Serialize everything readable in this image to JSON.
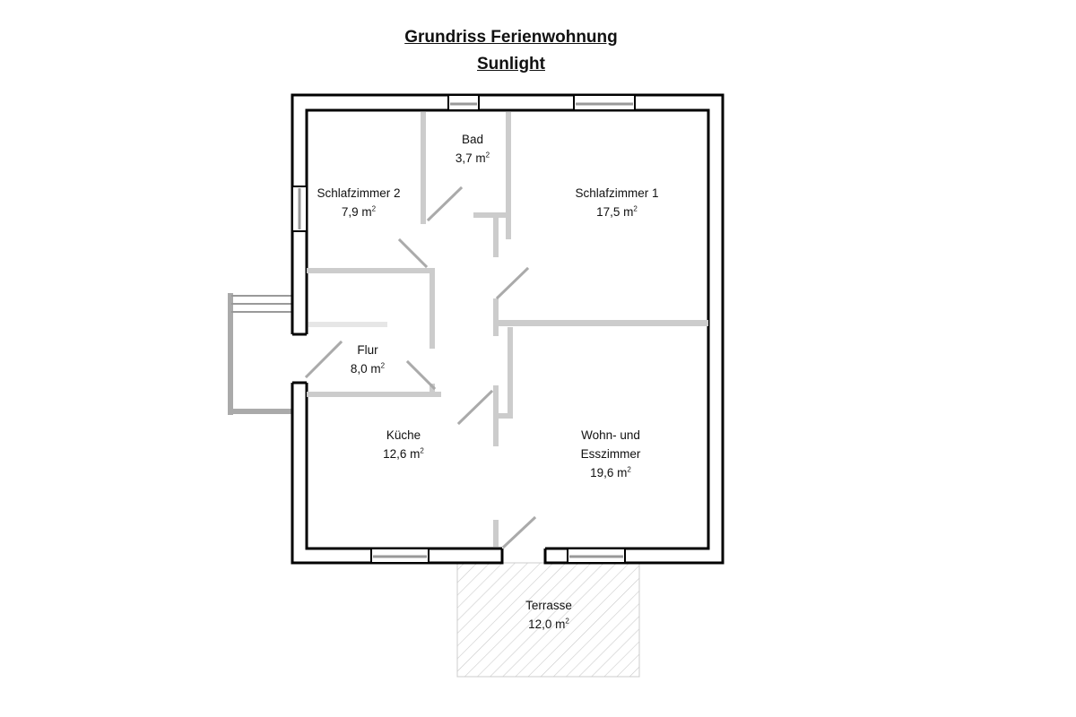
{
  "title": {
    "line1": "Grundriss Ferienwohnung",
    "line2": "Sunlight"
  },
  "area_unit": "m",
  "area_unit_exponent": "2",
  "rooms": {
    "bad": {
      "name": "Bad",
      "area": "3,7"
    },
    "schlafzimmer2": {
      "name": "Schlafzimmer 2",
      "area": "7,9"
    },
    "schlafzimmer1": {
      "name": "Schlafzimmer 1",
      "area": "17,5"
    },
    "flur": {
      "name": "Flur",
      "area": "8,0"
    },
    "kueche": {
      "name": "Küche",
      "area": "12,6"
    },
    "wohnen_line1": "Wohn- und",
    "wohnen_line2": "Esszimmer",
    "wohnen_area": "19,6",
    "terrasse": {
      "name": "Terrasse",
      "area": "12,0"
    }
  },
  "colors": {
    "outer_wall": "#000000",
    "inner_wall": "#cccccc",
    "door": "#aaaaaa",
    "window": "#999999",
    "terrace_hatch": "#cccccc",
    "balcony": "#999999"
  }
}
